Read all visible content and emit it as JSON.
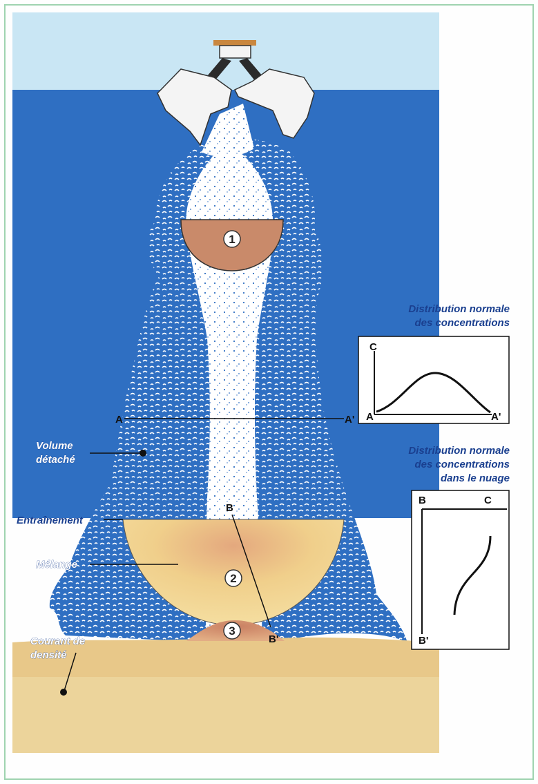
{
  "sections": {
    "a_left": "A",
    "a_right": "A'",
    "b_top": "B",
    "b_bottom": "B'"
  },
  "zones": {
    "zone1": "1",
    "zone2": "2",
    "zone3": "3"
  },
  "labels": {
    "volume_line1": "Volume",
    "volume_line2": "détaché",
    "entrainement": "Entraînement",
    "melange": "Mélange",
    "courant_line1": "Courant de",
    "courant_line2": "densité"
  },
  "graph1": {
    "title_line1": "Distribution normale",
    "title_line2": "des concentrations",
    "y_label": "C",
    "x_start": "A",
    "x_end": "A'"
  },
  "graph2": {
    "title_line1": "Distribution normale",
    "title_line2": "des concentrations",
    "title_line3": "dans le nuage",
    "top_left": "B",
    "top_right": "C",
    "bottom_left": "B'"
  },
  "colors": {
    "sky": "#c9e6f4",
    "water": "#2f6fc2",
    "plume": "#ffffff",
    "zone1_fill": "#c98a6a",
    "zone2_fill": "#f2d98e",
    "seabed": "#e8c889",
    "label_blue": "#1a3f8f"
  }
}
